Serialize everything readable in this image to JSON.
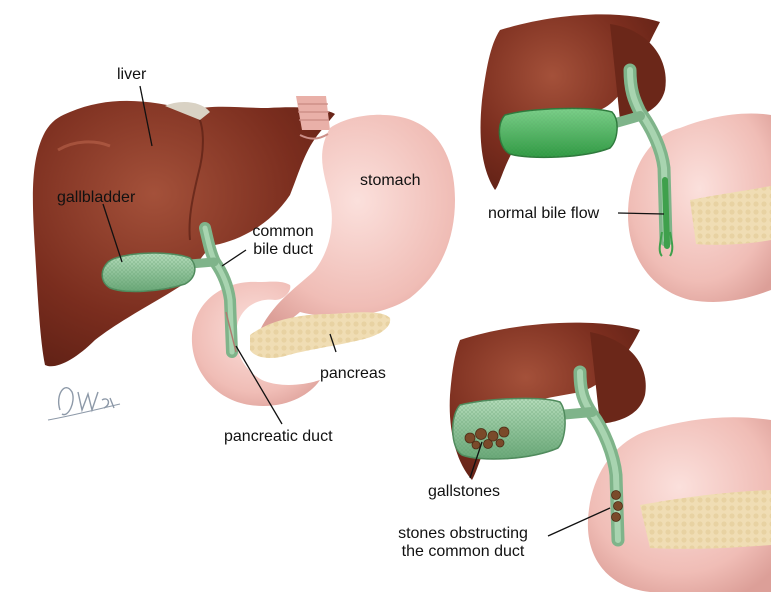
{
  "labels": {
    "liver": "liver",
    "gallbladder": "gallbladder",
    "common_bile_duct_line1": "common",
    "common_bile_duct_line2": "bile duct",
    "stomach": "stomach",
    "pancreas": "pancreas",
    "pancreatic_duct": "pancreatic duct",
    "normal_bile_flow": "normal bile flow",
    "gallstones": "gallstones",
    "stones_obstructing_line1": "stones obstructing",
    "stones_obstructing_line2": "the common duct"
  },
  "signature": "JWaw",
  "colors": {
    "liver": "#7a2d1e",
    "liver_light": "#9b4a34",
    "gallbladder": "#8fc39a",
    "bile_green": "#3fa04c",
    "duct_green": "#7fb48a",
    "stomach": "#f2c3bd",
    "stomach_shade": "#d99c95",
    "pancreas": "#f0ddb4",
    "gallstone": "#7a4a2a"
  }
}
